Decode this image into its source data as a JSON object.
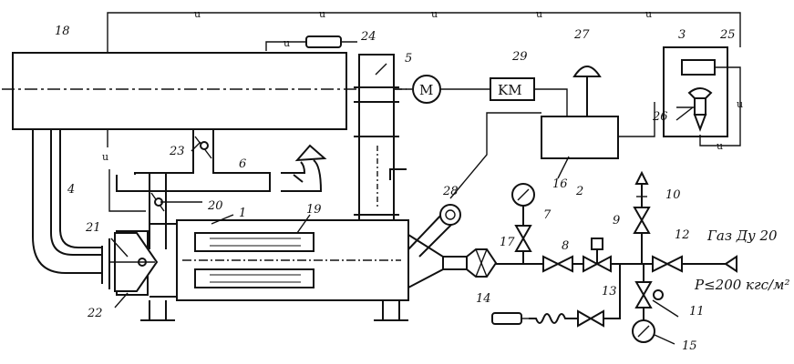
{
  "signal_mark": "u",
  "labels": {
    "l1": "1",
    "l2": "2",
    "l3": "3",
    "l4": "4",
    "l5": "5",
    "l6": "6",
    "l7": "7",
    "l8": "8",
    "l9": "9",
    "l10": "10",
    "l11": "11",
    "l12": "12",
    "l13": "13",
    "l14": "14",
    "l15": "15",
    "l16": "16",
    "l17": "17",
    "l18": "18",
    "l19": "19",
    "l20": "20",
    "l21": "21",
    "l22": "22",
    "l23": "23",
    "l24": "24",
    "l25": "25",
    "l26": "26",
    "l27": "27",
    "l28": "28",
    "l29": "29"
  },
  "motor_symbol": "M",
  "km_box": "KM",
  "gas_label": "Газ Ду 20",
  "pressure_label": "P≤200 кгс/м²"
}
